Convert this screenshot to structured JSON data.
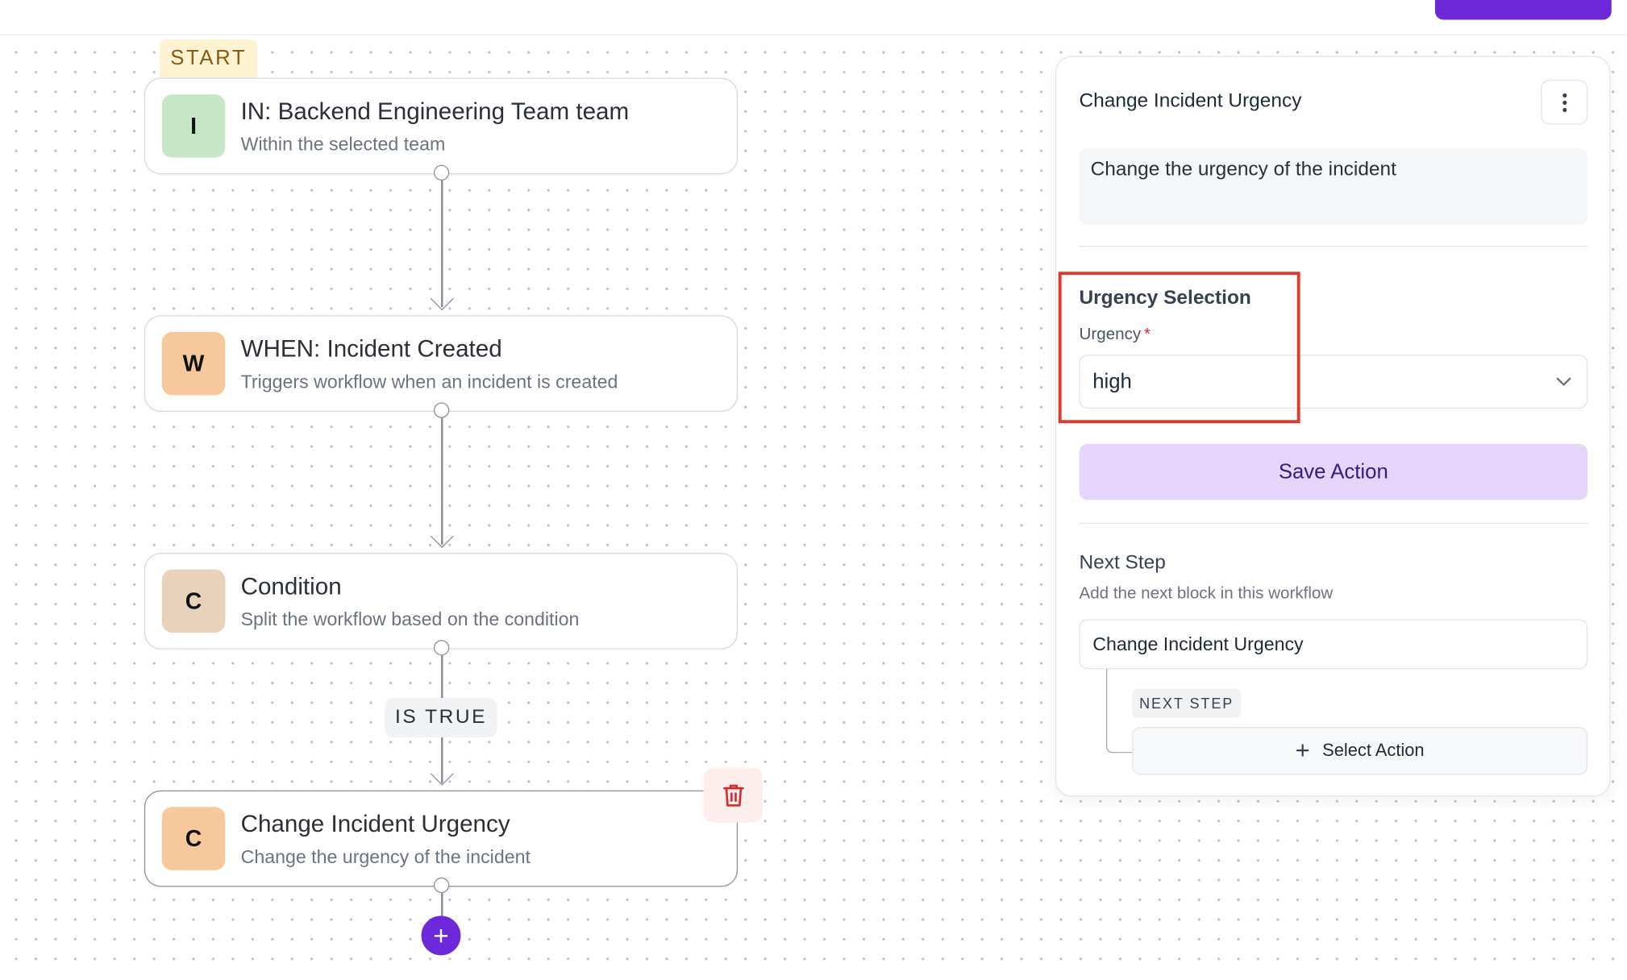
{
  "canvas": {
    "start_label": "START",
    "nodes": [
      {
        "badge": "I",
        "title": "IN: Backend Engineering Team team",
        "subtitle": "Within the selected team",
        "badge_color": "#c6e6c6"
      },
      {
        "badge": "W",
        "title": "WHEN: Incident Created",
        "subtitle": "Triggers workflow when an incident is created",
        "badge_color": "#f6c89b"
      },
      {
        "badge": "C",
        "title": "Condition",
        "subtitle": "Split the workflow based on the condition",
        "badge_color": "#e8d2bc"
      },
      {
        "badge": "C",
        "title": "Change Incident Urgency",
        "subtitle": "Change the urgency of the incident",
        "badge_color": "#f6c89b"
      }
    ],
    "branch_label": "IS TRUE",
    "add_icon": "+"
  },
  "panel": {
    "title": "Change Incident Urgency",
    "description": "Change the urgency of the incident",
    "section_title": "Urgency Selection",
    "urgency_label": "Urgency",
    "required_mark": "*",
    "urgency_value": "high",
    "save_label": "Save Action",
    "next_step_title": "Next Step",
    "next_step_subtitle": "Add the next block in this workflow",
    "next_block": "Change Incident Urgency",
    "next_step_chip": "NEXT STEP",
    "select_action_label": "Select Action"
  },
  "colors": {
    "accent": "#6d28d9",
    "save_button_bg": "#e5d5fb",
    "highlight": "#e03a2b",
    "delete": "#dc2626"
  }
}
